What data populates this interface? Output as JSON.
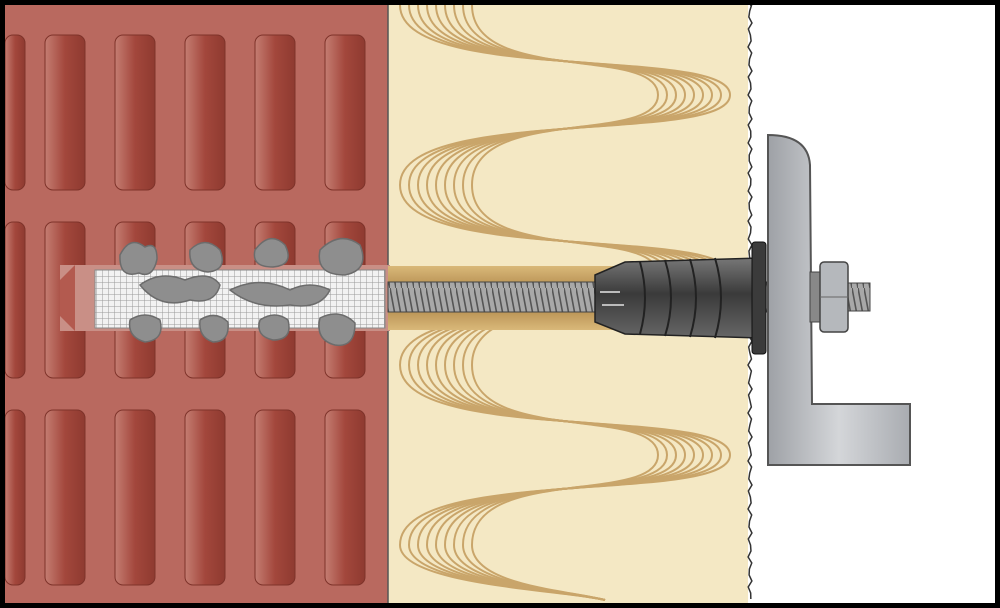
{
  "colors": {
    "frame": "#000000",
    "brick": "#b9695f",
    "brick_slot": "#a4483d",
    "brick_slot_light": "#c9857a",
    "insulation": "#f4e8c4",
    "insulation_line": "#c9a56a",
    "insulation_gap": "#ffffff",
    "wall": "#ffffff",
    "mesh": "#e8e8e8",
    "mortar": "#8e8e8e",
    "rod": "#9a9a9a",
    "rod_sleeve": "#b08a4e",
    "plug": "#4a4a4a",
    "bracket": "#b9bcc0",
    "bracket_edge": "#7d8085"
  },
  "layers": [
    "perforated-brick",
    "insulation",
    "wall-surface"
  ],
  "components": [
    "mesh-sleeve",
    "injection-mortar",
    "threaded-rod",
    "insulation-plug",
    "washer",
    "angle-bracket",
    "hex-nut"
  ]
}
